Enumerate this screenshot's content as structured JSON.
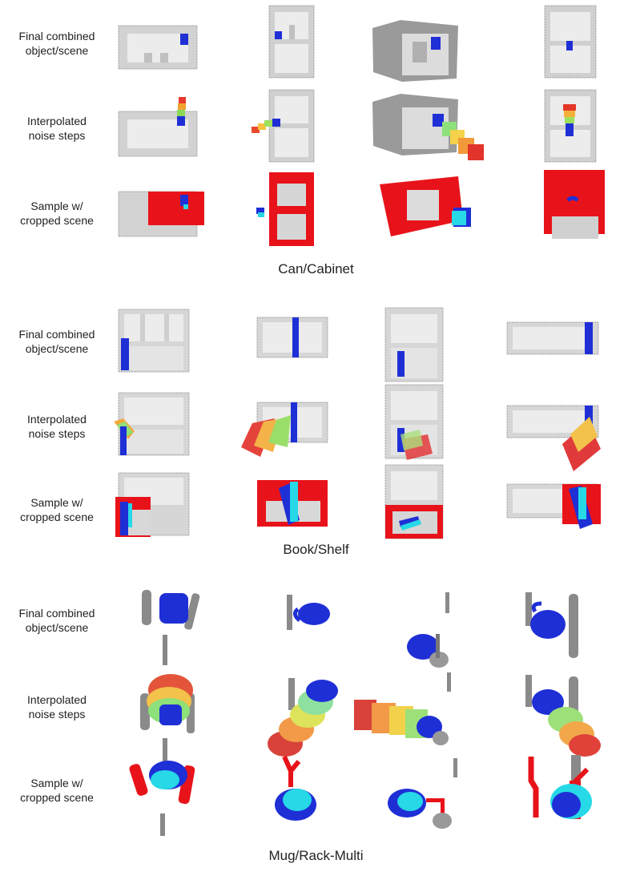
{
  "row_labels": {
    "final": [
      "Final combined",
      "object/scene"
    ],
    "noise": [
      "Interpolated",
      "noise steps"
    ],
    "sample": [
      "Sample w/",
      "cropped scene"
    ]
  },
  "captions": {
    "can_cabinet": "Can/Cabinet",
    "book_shelf": "Book/Shelf",
    "mug_rack": "Mug/Rack-Multi"
  },
  "colors": {
    "scene_gray": "#b9b9b9",
    "object_blue": "#1f2fd6",
    "crop_red": "#e8131a",
    "sample_cyan": "#27d8e6"
  }
}
